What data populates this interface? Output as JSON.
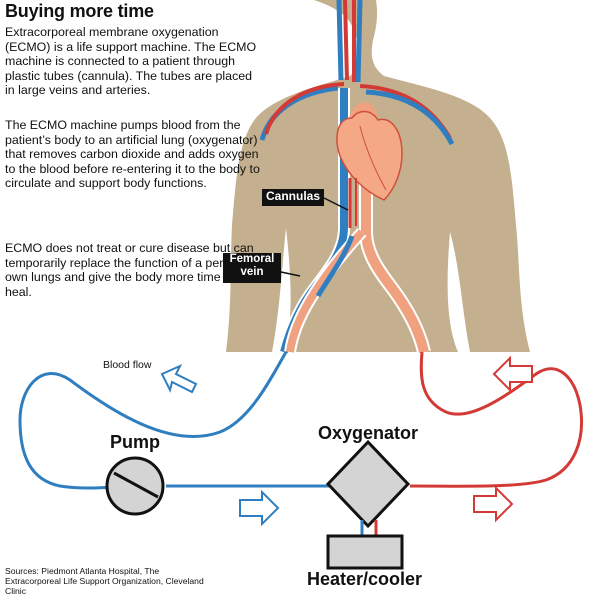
{
  "title": "Buying more time",
  "paragraphs": [
    "Extracorporeal membrane oxygenation (ECMO) is a life support machine. The ECMO machine is connected to a patient through plastic tubes (cannula). The tubes are placed in large veins and arteries.",
    "The ECMO machine pumps blood from the patient’s body to an artificial lung (oxygenator) that removes carbon dioxide and adds oxygen to the blood before re-entering it to the body to circulate and support body functions.",
    "ECMO does not treat or cure disease but can temporarily replace the function of a person’s own lungs and give the body more time to heal."
  ],
  "callouts": {
    "cannulas": "Cannulas",
    "femoral_vein": [
      "Femoral",
      "vein"
    ]
  },
  "labels": {
    "blood_flow": "Blood flow",
    "pump": "Pump",
    "oxygenator": "Oxygenator",
    "heater_cooler": "Heater/cooler"
  },
  "sources": "Sources: Piedmont Atlanta Hospital, The Extracorporeal Life Support Organization, Cleveland Clinic",
  "colors": {
    "body": "#c4b08e",
    "vein": "#2f7ec0",
    "artery": "#d33a35",
    "heart": "#f4a886",
    "device": "#d4d4d4",
    "callout_bg": "#111111"
  }
}
